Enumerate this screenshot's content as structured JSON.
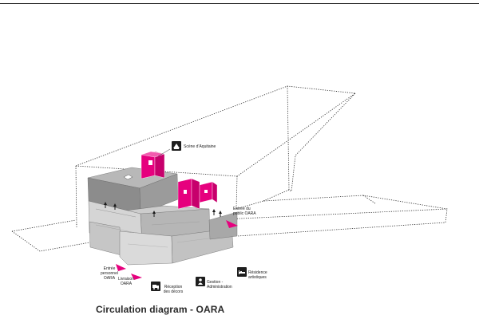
{
  "title": "Circulation diagram - OARA",
  "labels": {
    "scene": "Scène d’Aquitaine",
    "entree_public": "Entrée du public OARA",
    "entree_personnel": "Entrée personnel OARA",
    "livraison": "Livraison OARA",
    "reception": "Réception des décors",
    "gestion": "Gestion - Administration",
    "residence": "Résidence artistiques"
  },
  "icons": [
    "theatre-icon",
    "truck-icon",
    "staff-icon",
    "bed-icon"
  ],
  "colors": {
    "accent": "#e6007e",
    "building_dark": "#8c8c8c",
    "building_light": "#d2d2d2"
  }
}
